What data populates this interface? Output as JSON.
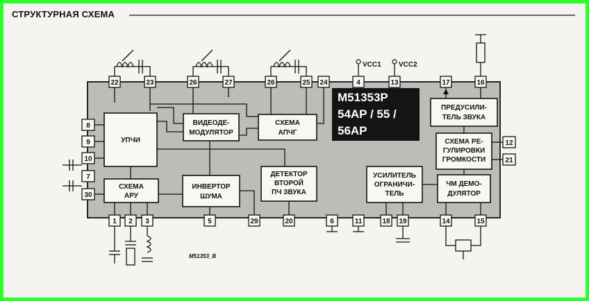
{
  "title": "СТРУКТУРНАЯ СХЕМА",
  "figure_code": "M51353_B",
  "chip_lines": [
    "M51353P",
    "54AP / 55 /",
    "56AP"
  ],
  "supply_labels": {
    "vcc1": "VCC1",
    "vcc2": "VCC2"
  },
  "blocks": {
    "upchi": [
      "УПЧИ"
    ],
    "videodemod": [
      "ВИДЕОДЕ-",
      "МОДУЛЯТОР"
    ],
    "apch": [
      "СХЕМА",
      "АПЧГ"
    ],
    "aru": [
      "СХЕМА",
      "АРУ"
    ],
    "inverter": [
      "ИНВЕРТОР",
      "ШУМА"
    ],
    "detector": [
      "ДЕТЕКТОР",
      "ВТОРОЙ",
      "ПЧ ЗВУКА"
    ],
    "limiter": [
      "УСИЛИТЕЛЬ",
      "ОГРАНИЧИ-",
      "ТЕЛЬ"
    ],
    "fm": [
      "ЧМ ДЕМО-",
      "ДУЛЯТОР"
    ],
    "volume": [
      "СХЕМА РЕ-",
      "ГУЛИРОВКИ",
      "ГРОМКОСТИ"
    ],
    "preamp": [
      "ПРЕДУСИЛИ-",
      "ТЕЛЬ ЗВУКА"
    ]
  },
  "pins": {
    "top": [
      "22",
      "23",
      "26",
      "27",
      "26",
      "25",
      "24",
      "4",
      "13",
      "17",
      "16"
    ],
    "bottom": [
      "1",
      "2",
      "3",
      "5",
      "29",
      "20",
      "6",
      "11",
      "18",
      "19",
      "14",
      "15"
    ],
    "left": [
      "8",
      "9",
      "10",
      "7",
      "30"
    ],
    "right": [
      "12",
      "21"
    ]
  }
}
